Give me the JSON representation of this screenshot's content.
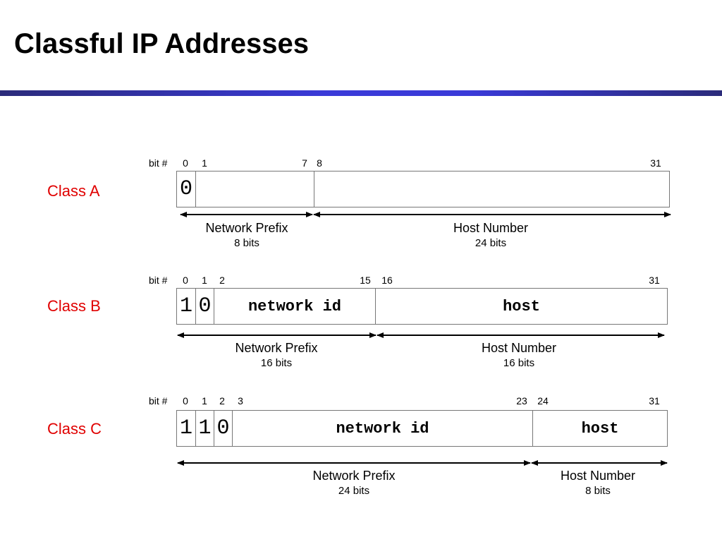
{
  "title": "Classful IP Addresses",
  "colors": {
    "title_bar": "#3a3ad8",
    "class_label": "#e00000"
  },
  "bit_label": "bit #",
  "classes": [
    {
      "name": "Class A",
      "bits": [
        "0",
        "1",
        "7",
        "8",
        "31"
      ],
      "cells": [
        "0",
        "",
        ""
      ],
      "segments": [
        {
          "label": "Network Prefix",
          "size": "8 bits"
        },
        {
          "label": "Host Number",
          "size": "24 bits"
        }
      ]
    },
    {
      "name": "Class B",
      "bits": [
        "0",
        "1",
        "2",
        "15",
        "16",
        "31"
      ],
      "cells": [
        "1",
        "0",
        "network id",
        "host"
      ],
      "segments": [
        {
          "label": "Network Prefix",
          "size": "16 bits"
        },
        {
          "label": "Host Number",
          "size": "16 bits"
        }
      ]
    },
    {
      "name": "Class C",
      "bits": [
        "0",
        "1",
        "2",
        "3",
        "23",
        "24",
        "31"
      ],
      "cells": [
        "1",
        "1",
        "0",
        "network id",
        "host"
      ],
      "segments": [
        {
          "label": "Network Prefix",
          "size": "24 bits"
        },
        {
          "label": "Host Number",
          "size": "8 bits"
        }
      ]
    }
  ]
}
